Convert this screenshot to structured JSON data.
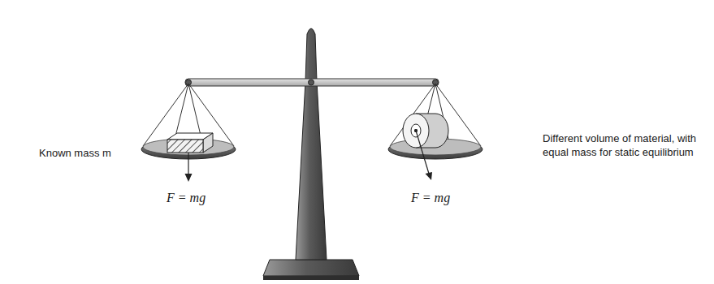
{
  "diagram": {
    "labels": [
      "Known mass m",
      "F = mg",
      "F = mg",
      "Different volume of material, with equal mass for static equilibrium"
    ]
  }
}
